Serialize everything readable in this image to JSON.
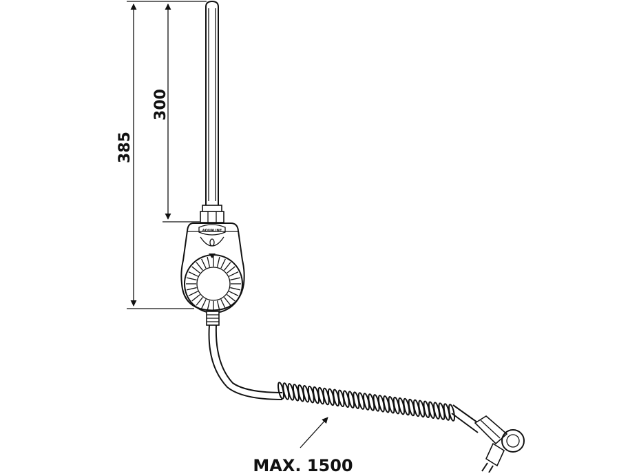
{
  "dimensions": {
    "total_height": "385",
    "rod_length": "300",
    "cable_length": "MAX. 1500"
  },
  "device": {
    "logo_text": "AQUALINE"
  },
  "colors": {
    "line": "#111111",
    "background": "#ffffff"
  }
}
